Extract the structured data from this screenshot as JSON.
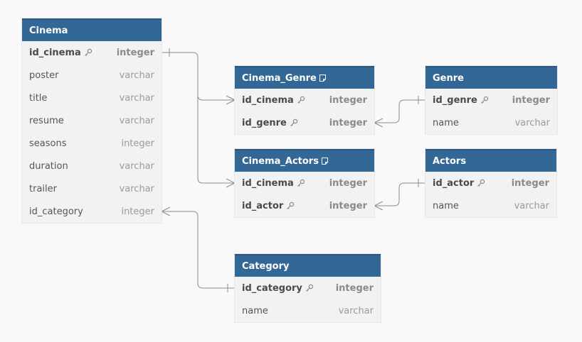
{
  "entities": {
    "cinema": {
      "name": "Cinema",
      "fields": [
        {
          "name": "id_cinema",
          "type": "integer"
        },
        {
          "name": "poster",
          "type": "varchar"
        },
        {
          "name": "title",
          "type": "varchar"
        },
        {
          "name": "resume",
          "type": "varchar"
        },
        {
          "name": "seasons",
          "type": "integer"
        },
        {
          "name": "duration",
          "type": "varchar"
        },
        {
          "name": "trailer",
          "type": "varchar"
        },
        {
          "name": "id_category",
          "type": "integer"
        }
      ]
    },
    "cinema_genre": {
      "name": "Cinema_Genre",
      "fields": [
        {
          "name": "id_cinema",
          "type": "integer"
        },
        {
          "name": "id_genre",
          "type": "integer"
        }
      ]
    },
    "genre": {
      "name": "Genre",
      "fields": [
        {
          "name": "id_genre",
          "type": "integer"
        },
        {
          "name": "name",
          "type": "varchar"
        }
      ]
    },
    "cinema_actors": {
      "name": "Cinema_Actors",
      "fields": [
        {
          "name": "id_cinema",
          "type": "integer"
        },
        {
          "name": "id_actor",
          "type": "integer"
        }
      ]
    },
    "actors": {
      "name": "Actors",
      "fields": [
        {
          "name": "id_actor",
          "type": "integer"
        },
        {
          "name": "name",
          "type": "varchar"
        }
      ]
    },
    "category": {
      "name": "Category",
      "fields": [
        {
          "name": "id_category",
          "type": "integer"
        },
        {
          "name": "name",
          "type": "varchar"
        }
      ]
    }
  },
  "colors": {
    "header": "#336796",
    "line": "#8c8c8c",
    "background": "#f9f9fa"
  }
}
